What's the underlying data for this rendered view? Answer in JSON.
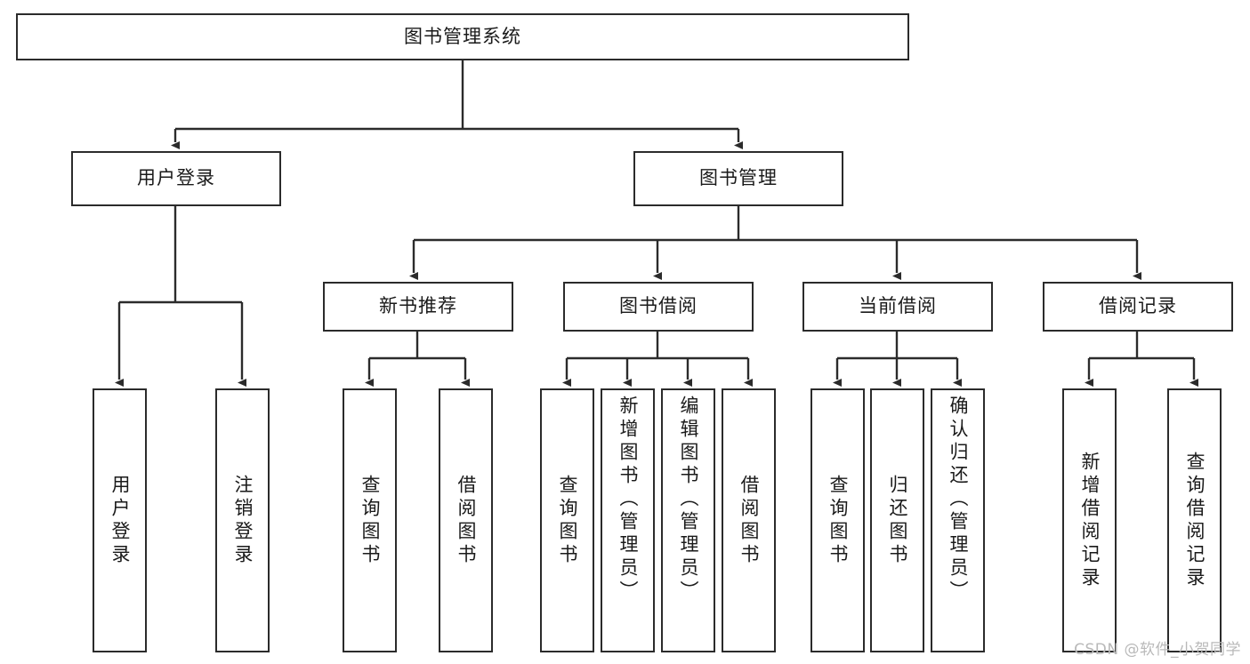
{
  "diagram": {
    "type": "tree-hierarchy",
    "title": "图书管理系统",
    "orientation": "top-down",
    "colors": {
      "box_border": "#2b2b2b",
      "box_fill": "#ffffff",
      "connector": "#2b2b2b",
      "text": "#1a1a1a",
      "background": "#ffffff",
      "watermark": "#b9b9b9"
    },
    "root": {
      "id": "root",
      "label": "图书管理系统"
    },
    "level2": [
      {
        "id": "user-login",
        "label": "用户登录"
      },
      {
        "id": "book-management",
        "label": "图书管理"
      }
    ],
    "level3": [
      {
        "id": "new-book-recommend",
        "label": "新书推荐"
      },
      {
        "id": "book-borrow",
        "label": "图书借阅"
      },
      {
        "id": "current-borrow",
        "label": "当前借阅"
      },
      {
        "id": "borrow-record",
        "label": "借阅记录"
      }
    ],
    "leaves": {
      "user_login": [
        {
          "id": "leaf-user-login",
          "label": "用户登录"
        },
        {
          "id": "leaf-logout-login",
          "label": "注销登录"
        }
      ],
      "new_book_recommend": [
        {
          "id": "leaf-query-book-1",
          "label": "查询图书"
        },
        {
          "id": "leaf-borrow-book-1",
          "label": "借阅图书"
        }
      ],
      "book_borrow": [
        {
          "id": "leaf-query-book-2",
          "label": "查询图书"
        },
        {
          "id": "leaf-add-book",
          "label": "新增图书（管理员）"
        },
        {
          "id": "leaf-edit-book",
          "label": "编辑图书（管理员）"
        },
        {
          "id": "leaf-borrow-book-2",
          "label": "借阅图书"
        }
      ],
      "current_borrow": [
        {
          "id": "leaf-query-book-3",
          "label": "查询图书"
        },
        {
          "id": "leaf-return-book",
          "label": "归还图书"
        },
        {
          "id": "leaf-confirm-return",
          "label": "确认归还（管理员）"
        }
      ],
      "borrow_record": [
        {
          "id": "leaf-add-record",
          "label": "新增借阅记录"
        },
        {
          "id": "leaf-query-record",
          "label": "查询借阅记录"
        }
      ]
    }
  },
  "watermark": {
    "text": "CSDN @软件_小贺同学"
  }
}
